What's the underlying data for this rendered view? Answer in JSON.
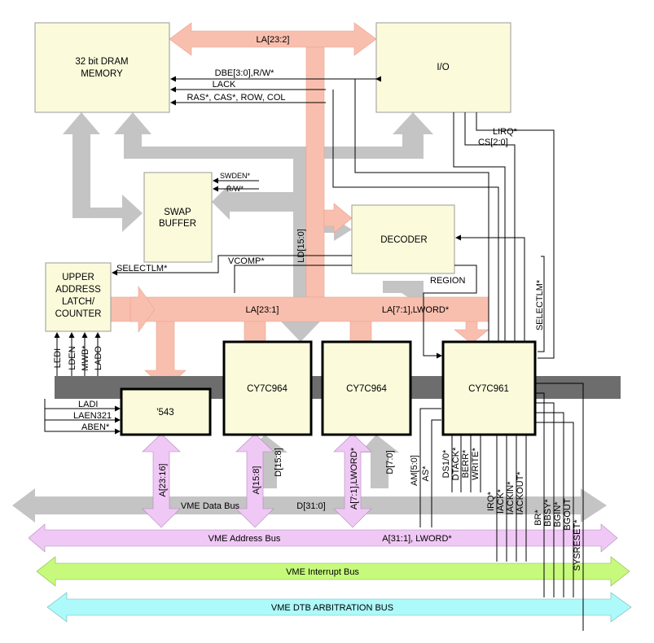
{
  "blocks": {
    "dram": [
      "32 bit DRAM",
      "MEMORY"
    ],
    "io": "I/O",
    "swap": [
      "SWAP",
      "BUFFER"
    ],
    "decoder": "DECODER",
    "upper": [
      "UPPER",
      "ADDRESS",
      "LATCH/",
      "COUNTER"
    ],
    "b543": "'543",
    "cy964a": "CY7C964",
    "cy964b": "CY7C964",
    "cy961": "CY7C961"
  },
  "signals": {
    "la_23_2": "LA[23:2]",
    "dbe_rw": "DBE[3:0],R/W*",
    "lack": "LACK",
    "ras": "RAS*, CAS*, ROW, COL",
    "lirq": "LIRQ*",
    "cs": "CS[2:0]",
    "swden": "SWDEN*",
    "rw": "R/W*",
    "ld": "LD[15:0]",
    "vcomp": "VCOMP*",
    "selectlm_left": "SELECTLM*",
    "selectlm_right": "SELECTLM*",
    "region": "REGION",
    "la_23_1": "LA[23:1]",
    "la_7_1": "LA[7:1],LWORD*",
    "ledi": "LEDI",
    "lden": "LDEN",
    "mwb": "MWB*",
    "lado": "LADO",
    "ladi": "LADI",
    "laen": "LAEN321",
    "aben": "ABEN*",
    "a23_16": "A[23:16]",
    "a15_8": "A[15:8]",
    "d15_8": "D[15:8]",
    "a7_1": "A[7:1],LWORD*",
    "d7_0": "D[7:0]",
    "am": "AM[5:0]",
    "as": "AS*",
    "ds": "DS1/0*",
    "dtack": "DTACK*",
    "berr": "BERR*",
    "write": "WRITE*",
    "irq": "IRQ*",
    "iack": "IACK*",
    "iackin": "IACKIN*",
    "iackout": "IACKOUT*",
    "br": "BR*",
    "bbsy": "BBSY*",
    "bgin": "BGIN*",
    "bgout": "BGOUT",
    "sysreset": "SYSRESET*"
  },
  "buses": {
    "data_name": "VME Data Bus",
    "data_sig": "D[31:0]",
    "addr_name": "VME Address Bus",
    "addr_sig": "A[31:1], LWORD*",
    "int_name": "VME Interrupt Bus",
    "arb_name": "VME DTB ARBITRATION BUS"
  },
  "colors": {
    "gray": "#c4c4c4",
    "salmon": "#f9bfae",
    "block": "#fbfbdc",
    "dark_band": "#6d6d6d",
    "pink": "#f0c8f5",
    "green": "#c7fa7c",
    "cyan": "#aef9f9"
  }
}
